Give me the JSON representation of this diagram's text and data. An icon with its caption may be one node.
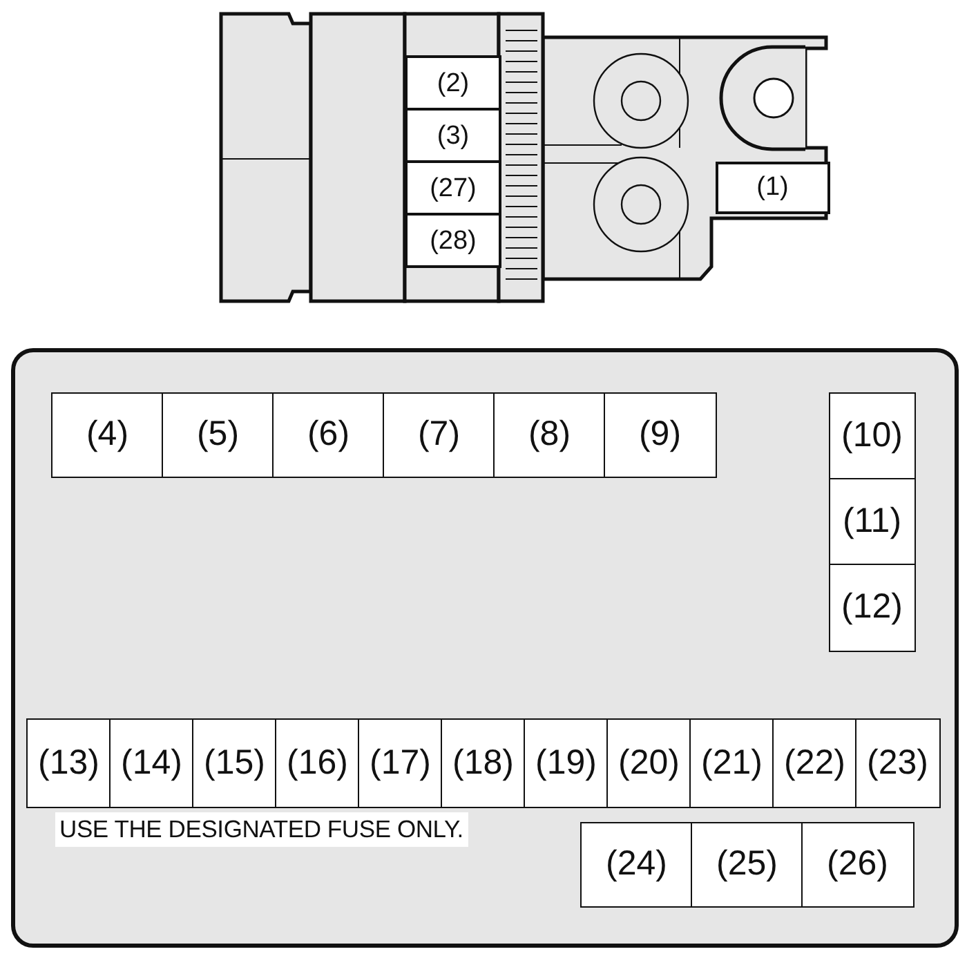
{
  "diagram": {
    "nodes": [
      {
        "text": [
          "(2)"
        ]
      },
      {
        "text": [
          "(3)"
        ]
      },
      {
        "text": [
          "(27)"
        ]
      },
      {
        "text": [
          "(28)"
        ]
      },
      {
        "text": [
          "(1)"
        ]
      },
      {
        "text": [
          "USE THE DESIGNATED FUSE ONLY."
        ]
      },
      {
        "text": [
          "(4)"
        ],
        "in": 5
      },
      {
        "text": [
          "(5)"
        ],
        "in": 5
      },
      {
        "text": [
          "(6)"
        ],
        "in": 5
      },
      {
        "text": [
          "(7)"
        ],
        "in": 5
      },
      {
        "text": [
          "(8)"
        ],
        "in": 5
      },
      {
        "text": [
          "(9)"
        ],
        "in": 5
      },
      {
        "text": [
          "(10)"
        ],
        "in": 5
      },
      {
        "text": [
          "(11)"
        ],
        "in": 5
      },
      {
        "text": [
          "(12)"
        ],
        "in": 5
      },
      {
        "text": [
          "(13)"
        ],
        "in": 5
      },
      {
        "text": [
          "(14)"
        ],
        "in": 5
      },
      {
        "text": [
          "(15)"
        ],
        "in": 5
      },
      {
        "text": [
          "(16)"
        ],
        "in": 5
      },
      {
        "text": [
          "(17)"
        ],
        "in": 5
      },
      {
        "text": [
          "(18)"
        ],
        "in": 5
      },
      {
        "text": [
          "(19)"
        ],
        "in": 5
      },
      {
        "text": [
          "(20)"
        ],
        "in": 5
      },
      {
        "text": [
          "(21)"
        ],
        "in": 5
      },
      {
        "text": [
          "(22)"
        ],
        "in": 5
      },
      {
        "text": [
          "(23)"
        ],
        "in": 5
      },
      {
        "text": [
          "(24)"
        ],
        "in": 5
      },
      {
        "text": [
          "(25)"
        ],
        "in": 5
      },
      {
        "text": [
          "(26)"
        ],
        "in": 5
      }
    ]
  }
}
